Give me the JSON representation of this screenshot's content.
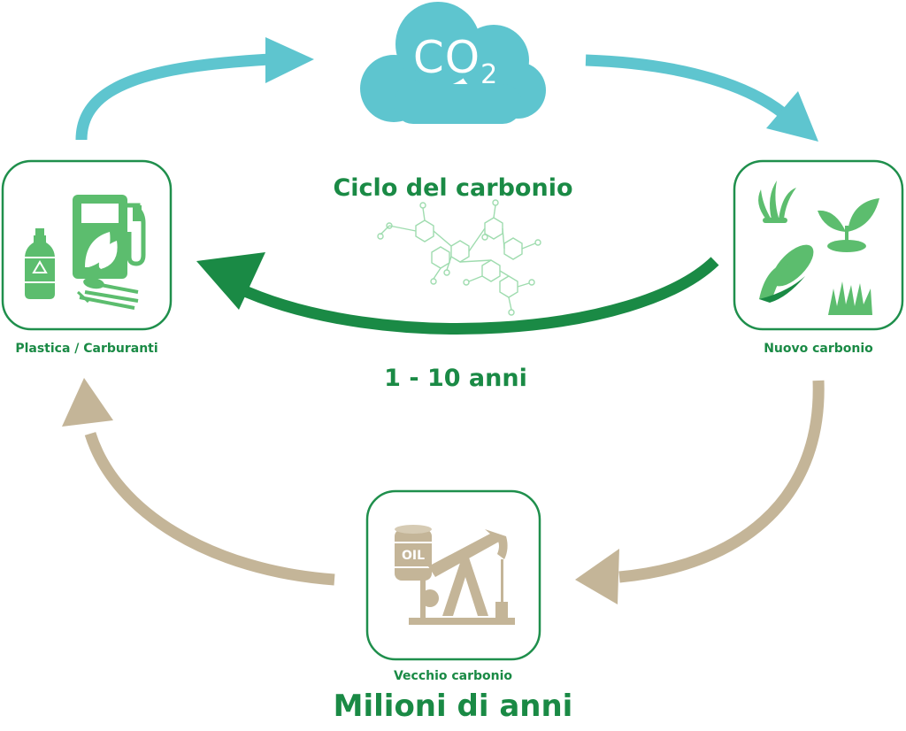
{
  "title": "Ciclo del carbonio",
  "co2": {
    "main": "CO",
    "sub": "2"
  },
  "nodes": {
    "left": {
      "label": "Plastica / Carburanti"
    },
    "right": {
      "label": "Nuovo carbonio"
    },
    "bottom": {
      "label": "Vecchio carbonio",
      "oil_text": "OIL"
    }
  },
  "cycle_short": {
    "label": "1 - 10 anni"
  },
  "cycle_long": {
    "label": "Milioni di anni"
  },
  "colors": {
    "green": "#1a8a45",
    "light_green": "#5cbd6e",
    "box_border": "#1f8f4c",
    "teal": "#5ec5cf",
    "tan": "#c4b598",
    "molecule": "#9fdcaf"
  },
  "icons": {
    "left": [
      "bottle-icon",
      "recycle-icon",
      "fuel-pump-icon",
      "leaf-icon",
      "cutlery-icon"
    ],
    "right": [
      "fountain-plant-icon",
      "sprout-icon",
      "corn-icon",
      "grass-icon"
    ],
    "bottom": [
      "oil-barrel-icon",
      "pumpjack-icon"
    ]
  }
}
